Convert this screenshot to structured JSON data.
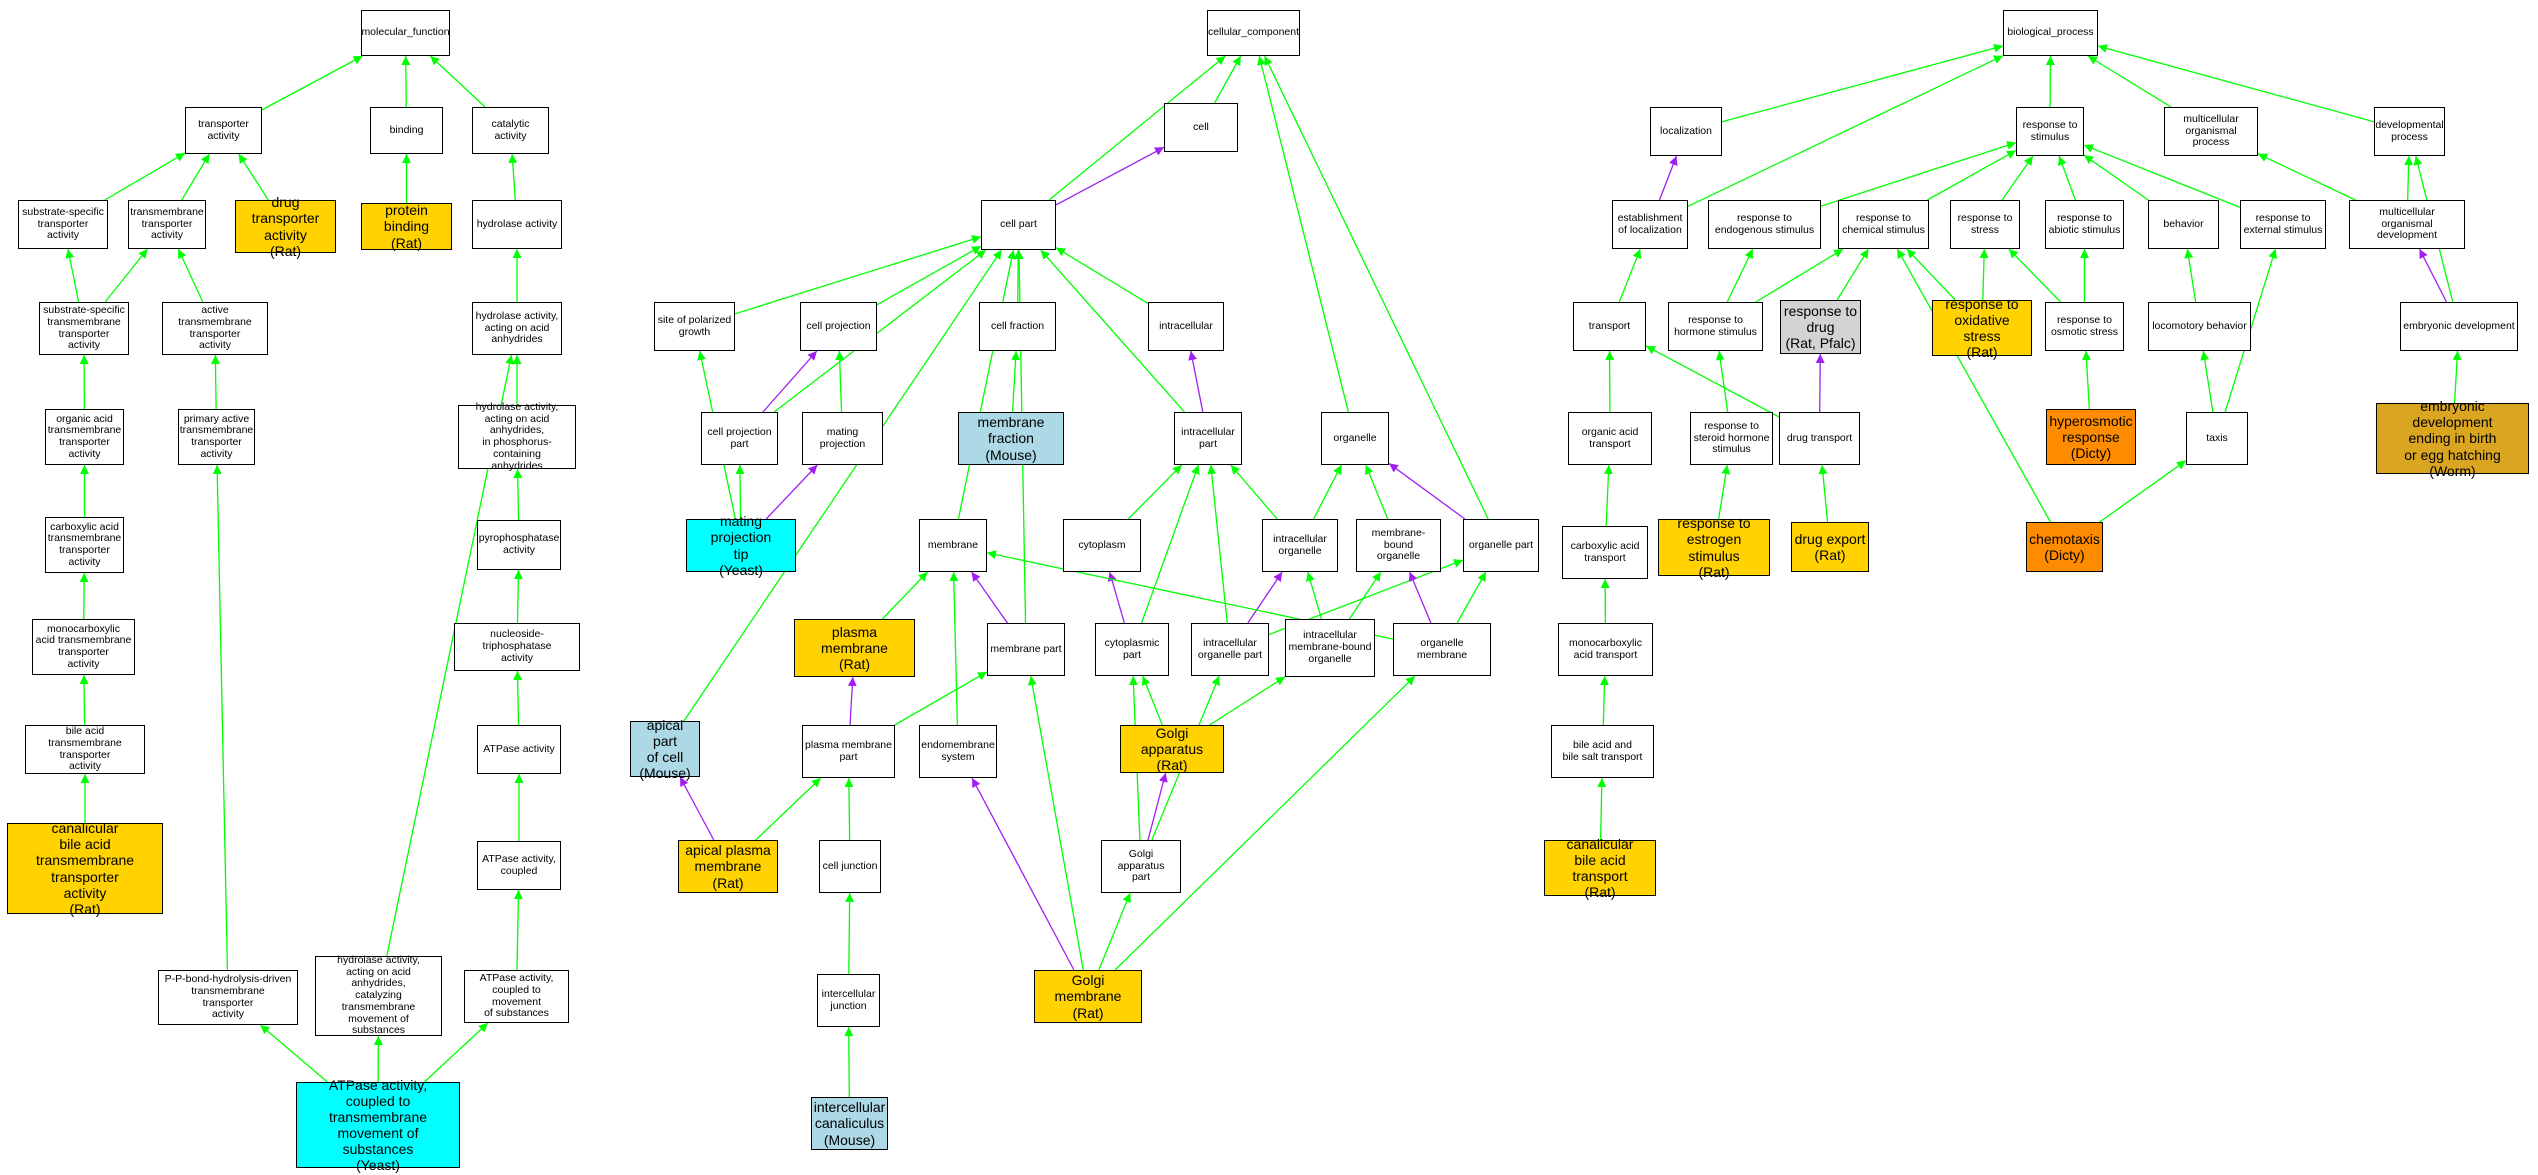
{
  "colors": {
    "is_a_edge": "#00ff00",
    "part_of_edge": "#a020f0",
    "white": "#ffffff",
    "gold": "#ffd200",
    "cyan": "#00ffff",
    "lightblue": "#add8e6",
    "orange": "#ff8c00",
    "grey": "#d3d3d3",
    "darkgold": "#daa520"
  },
  "nodes": {
    "mf": "molecular_function",
    "transporter": "transporter activity",
    "binding": "binding",
    "catalytic": "catalytic activity",
    "substrate_specific_transporter": "substrate-specific\ntransporter\nactivity",
    "transmembrane_transporter": "transmembrane\ntransporter\nactivity",
    "drug_transporter": "drug transporter\nactivity\n(Rat)",
    "protein_binding": "protein binding\n(Rat)",
    "hydrolase": "hydrolase activity",
    "substrate_specific_tm": "substrate-specific\ntransmembrane\ntransporter\nactivity",
    "active_tm": "active transmembrane\ntransporter\nactivity",
    "hydrolase_anhydrides": "hydrolase activity,\nacting on acid\nanhydrides",
    "organic_acid_tm": "organic acid\ntransmembrane\ntransporter\nactivity",
    "primary_active_tm": "primary active\ntransmembrane\ntransporter\nactivity",
    "hydrolase_phospho": "hydrolase activity,\nacting on acid\nanhydrides,\nin phosphorus-containing\nanhydrides",
    "carboxylic_acid_tm": "carboxylic acid\ntransmembrane\ntransporter\nactivity",
    "pyrophosphatase": "pyrophosphatase\nactivity",
    "monocarboxylic_acid_tm": "monocarboxylic\nacid transmembrane\ntransporter\nactivity",
    "ntpase": "nucleoside-triphosphatase\nactivity",
    "bile_acid_tm": "bile acid transmembrane\ntransporter\nactivity",
    "atpase": "ATPase activity",
    "canalicular_bile_tm": "canalicular\nbile acid transmembrane\ntransporter\nactivity\n(Rat)",
    "atpase_coupled": "ATPase activity,\ncoupled",
    "pp_bond": "P-P-bond-hydrolysis-driven\ntransmembrane\ntransporter\nactivity",
    "hydrolase_catalyzing": "hydrolase activity,\nacting on acid\nanhydrides,\ncatalyzing transmembrane\nmovement of\nsubstances",
    "atpase_coupled_movement": "ATPase activity,\ncoupled to movement\nof substances",
    "atpase_tm_yeast": "ATPase activity,\ncoupled to transmembrane\nmovement of\nsubstances\n(Yeast)",
    "cc": "cellular_component",
    "cell": "cell",
    "cell_part": "cell part",
    "site_polarized": "site of polarized\ngrowth",
    "cell_projection": "cell projection",
    "cell_fraction": "cell fraction",
    "intracellular": "intracellular",
    "cell_projection_part": "cell projection\npart",
    "mating_projection": "mating projection",
    "membrane_fraction": "membrane fraction\n(Mouse)",
    "intracellular_part": "intracellular\npart",
    "organelle": "organelle",
    "mating_tip": "mating projection\ntip\n(Yeast)",
    "membrane": "membrane",
    "cytoplasm": "cytoplasm",
    "intracellular_organelle": "intracellular\norganelle",
    "membrane_bound_organelle": "membrane-bound\norganelle",
    "organelle_part": "organelle part",
    "plasma_membrane": "plasma membrane\n(Rat)",
    "membrane_part": "membrane part",
    "cytoplasmic_part": "cytoplasmic\npart",
    "intracellular_organelle_part": "intracellular\norganelle part",
    "intracellular_mb_organelle": "intracellular\nmembrane-bound\norganelle",
    "organelle_membrane": "organelle membrane",
    "apical_part": "apical part\nof cell\n(Mouse)",
    "plasma_membrane_part": "plasma membrane\npart",
    "endomembrane": "endomembrane\nsystem",
    "golgi_apparatus": "Golgi apparatus\n(Rat)",
    "apical_plasma": "apical plasma\nmembrane\n(Rat)",
    "cell_junction": "cell junction",
    "golgi_part": "Golgi apparatus\npart",
    "intercellular_junction": "intercellular\njunction",
    "golgi_membrane": "Golgi membrane\n(Rat)",
    "intercellular_canaliculus": "intercellular\ncanaliculus\n(Mouse)",
    "bp": "biological_process",
    "localization": "localization",
    "response_stimulus": "response to\nstimulus",
    "multicellular_process": "multicellular\norganismal process",
    "developmental_process": "developmental\nprocess",
    "establishment_localization": "establishment\nof localization",
    "response_endogenous": "response to\nendogenous stimulus",
    "response_chemical": "response to\nchemical stimulus",
    "response_stress": "response to\nstress",
    "response_abiotic": "response to\nabiotic stimulus",
    "behavior": "behavior",
    "response_external": "response to\nexternal stimulus",
    "multicellular_development": "multicellular\norganismal development",
    "transport": "transport",
    "response_hormone": "response to\nhormone stimulus",
    "response_drug": "response to\ndrug\n(Rat, Pfalc)",
    "response_oxidative": "response to\noxidative stress\n(Rat)",
    "response_osmotic": "response to\nosmotic stress",
    "locomotory_behavior": "locomotory behavior",
    "embryonic_development": "embryonic development",
    "organic_acid_transport": "organic acid\ntransport",
    "response_steroid": "response to\nsteroid hormone\nstimulus",
    "drug_transport": "drug transport",
    "hyperosmotic": "hyperosmotic\nresponse\n(Dicty)",
    "taxis": "taxis",
    "embryonic_birth": "embryonic development\nending in birth\nor egg hatching\n(Worm)",
    "carboxylic_acid_transport": "carboxylic acid\ntransport",
    "response_estrogen": "response to\nestrogen stimulus\n(Rat)",
    "drug_export": "drug export\n(Rat)",
    "chemotaxis": "chemotaxis\n(Dicty)",
    "monocarboxylic_transport": "monocarboxylic\nacid transport",
    "bile_salt_transport": "bile acid and\nbile salt transport",
    "canalicular_bile_transport": "canalicular\nbile acid transport\n(Rat)"
  }
}
